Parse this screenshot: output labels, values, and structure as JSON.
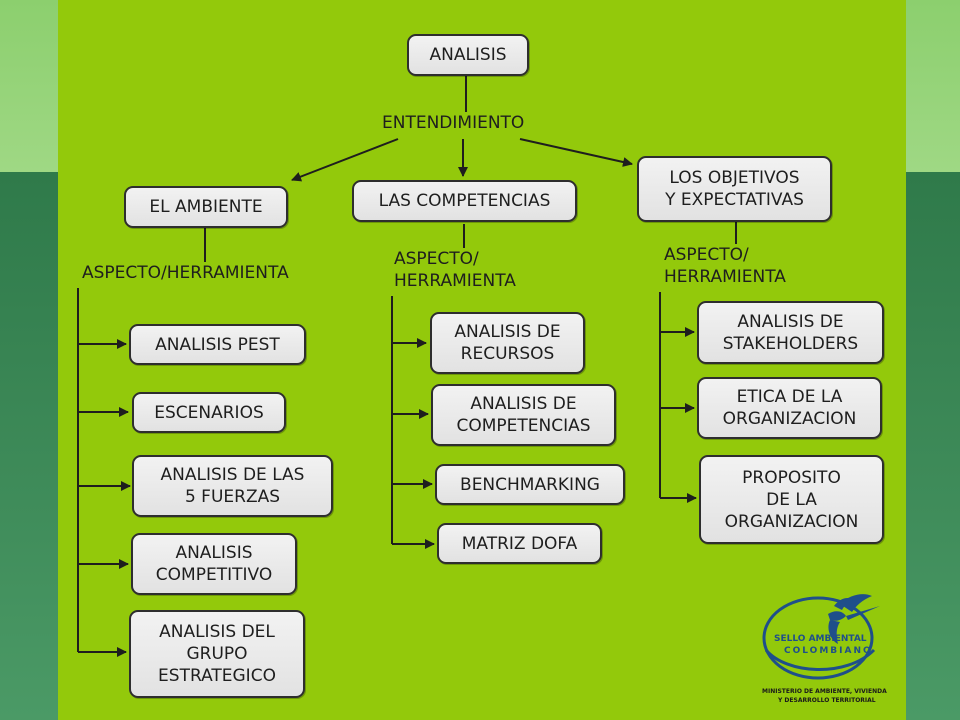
{
  "diagram": {
    "root": "ANALISIS",
    "connector": "ENTENDIMIENTO",
    "branches": [
      {
        "title": "EL AMBIENTE",
        "sublabel": "ASPECTO/HERRAMIENTA",
        "items": [
          "ANALISIS PEST",
          "ESCENARIOS",
          "ANALISIS DE LAS\n5 FUERZAS",
          "ANALISIS\nCOMPETITIVO",
          "ANALISIS DEL\nGRUPO\nESTRATEGICO"
        ]
      },
      {
        "title": "LAS COMPETENCIAS",
        "sublabel": "ASPECTO/\nHERRAMIENTA",
        "items": [
          "ANALISIS DE\nRECURSOS",
          "ANALISIS DE\nCOMPETENCIAS",
          "BENCHMARKING",
          "MATRIZ DOFA"
        ]
      },
      {
        "title": "LOS OBJETIVOS\nY EXPECTATIVAS",
        "sublabel": "ASPECTO/\nHERRAMIENTA",
        "items": [
          "ANALISIS DE\nSTAKEHOLDERS",
          "ETICA DE LA\nORGANIZACION",
          "PROPOSITO\nDE LA\nORGANIZACION"
        ]
      }
    ]
  },
  "logo": {
    "line1": "SELLO AMBIENTAL",
    "line2": "COLOMBIANO",
    "line3": "MINISTERIO DE AMBIENTE, VIVIENDA",
    "line4": "Y DESARROLLO TERRITORIAL"
  },
  "colors": {
    "panel": "#93c90b",
    "box_fill": "#e8e8e8",
    "line": "#1e1e1e",
    "side_dark": "#2f7a4a",
    "side_light": "#8ccf6e",
    "logo_blue": "#1f4f8a"
  }
}
